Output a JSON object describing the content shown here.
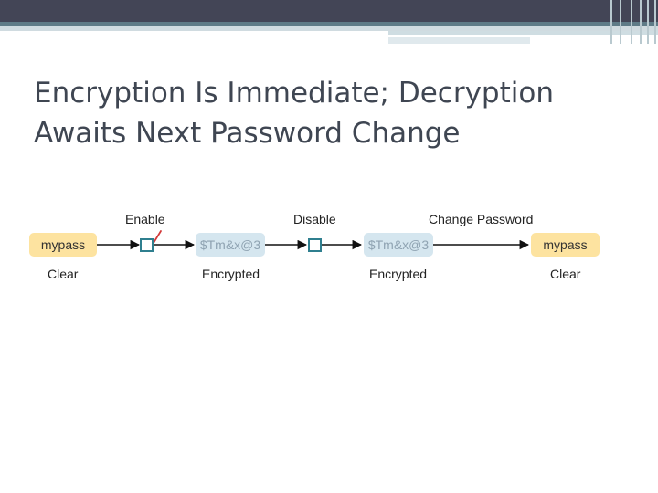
{
  "slide": {
    "title_line1": "Encryption Is Immediate; Decryption",
    "title_line2": "Awaits Next Password Change"
  },
  "diagram": {
    "steps": [
      {
        "label": "Enable"
      },
      {
        "label": "Disable"
      },
      {
        "label": "Change Password"
      }
    ],
    "nodes": [
      {
        "text": "mypass",
        "caption": "Clear",
        "state": "clear"
      },
      {
        "text": "$Tm&x@3",
        "caption": "Encrypted",
        "state": "encrypted"
      },
      {
        "text": "$Tm&x@3",
        "caption": "Encrypted",
        "state": "encrypted"
      },
      {
        "text": "mypass",
        "caption": "Clear",
        "state": "clear"
      }
    ],
    "colors": {
      "clear_fill": "#fde3a0",
      "encrypted_fill": "#d5e6ef",
      "checkbox_border": "#2f7f8f",
      "checkmark": "#d23a3a",
      "title_text": "#3f4652"
    },
    "icons": {
      "enable_marker": "checked-checkbox-icon",
      "disable_marker": "unchecked-checkbox-icon"
    }
  }
}
